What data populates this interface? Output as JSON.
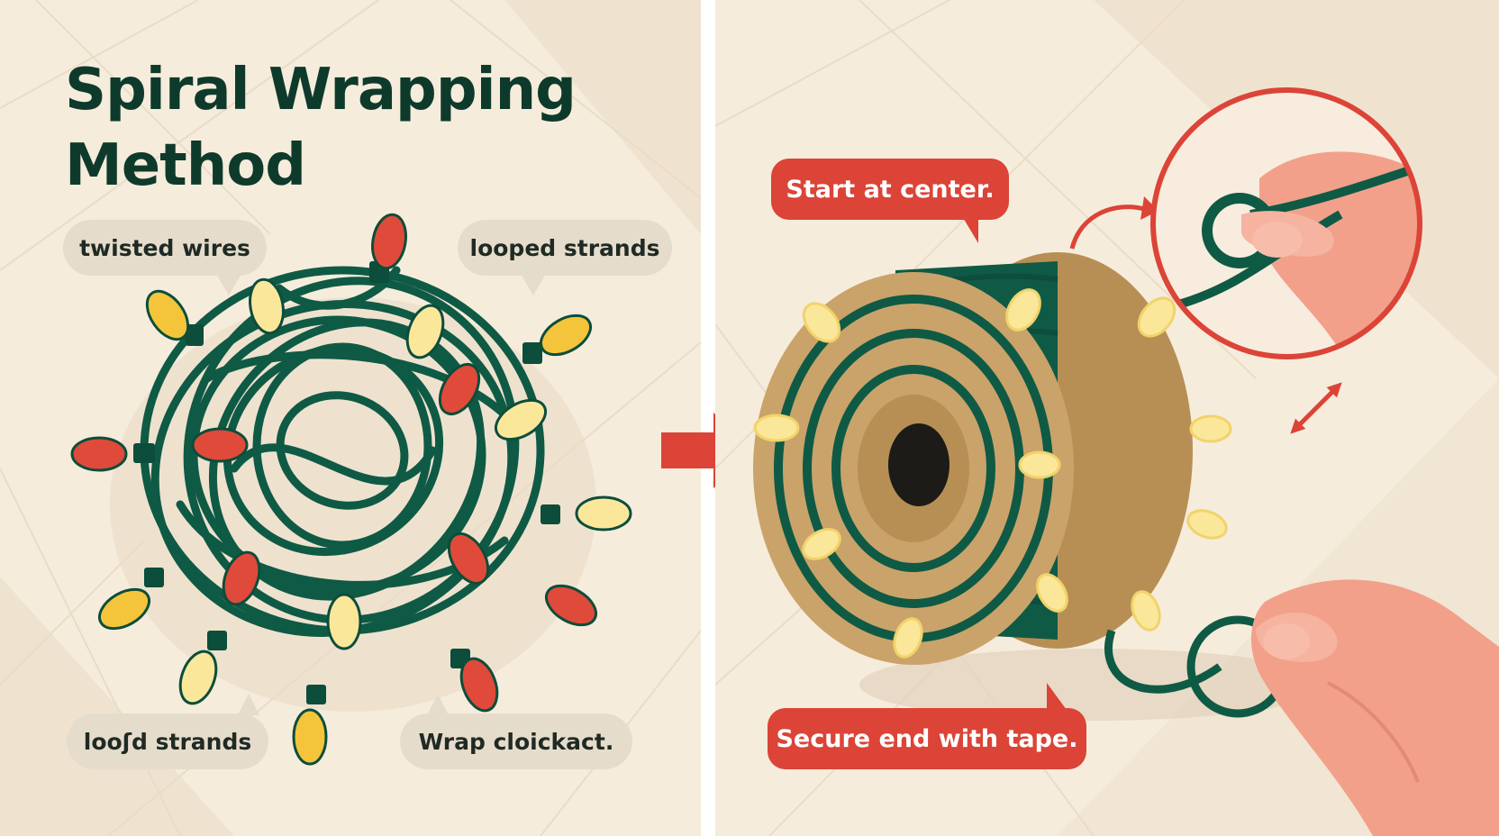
{
  "left_panel": {
    "title_line1": "Spiral Wrapping",
    "title_line2": "Method",
    "labels": {
      "top_left": "twisted wires",
      "top_right": "looped strands",
      "bottom_left": "looʃd strands",
      "bottom_right": "Wrap cloickact."
    }
  },
  "right_panel": {
    "callout_top": "Start at center.",
    "callout_bottom": "Secure end with tape."
  },
  "icons": [
    "tangled-lights",
    "arrow-right-icon",
    "spool",
    "magnifier-circle",
    "curved-arrow-icon",
    "double-arrow-icon",
    "hand"
  ],
  "colors": {
    "background": "#f6ecdc",
    "title": "#0e3a2b",
    "wire": "#0f5a45",
    "bulb_red": "#e04a3a",
    "bulb_yellow": "#f4c53a",
    "bulb_glow": "#fbe79a",
    "callout_red": "#db4437",
    "label_grey": "#e6dccb",
    "spool": "#caa36a",
    "skin": "#f2a08a"
  }
}
